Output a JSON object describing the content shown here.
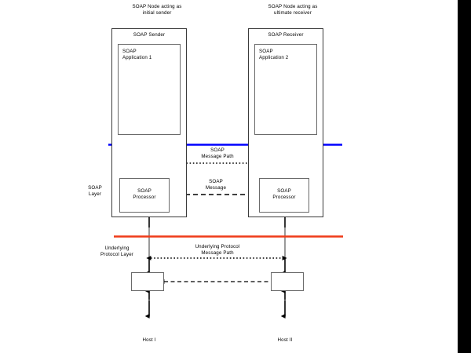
{
  "diagram": {
    "title_nodes": {
      "left": "SOAP Node acting as\ninitial sender",
      "right": "SOAP Node acting as\nultimate receiver"
    },
    "node_left": {
      "header": "SOAP Sender",
      "application": "SOAP\nApplication 1",
      "processor": "SOAP\nProcessor"
    },
    "node_right": {
      "header": "SOAP Receiver",
      "application": "SOAP\nApplication 2",
      "processor": "SOAP\nProcessor"
    },
    "layers": {
      "soap_layer": "SOAP\nLayer",
      "underlying_layer": "Underlying\nProtocol Layer"
    },
    "paths": {
      "soap_message_path": "SOAP\nMessage Path",
      "soap_message": "SOAP\nMessage",
      "underlying_message_path": "Underlying Protocol\nMessage Path"
    },
    "hosts": {
      "left": "Host I",
      "right": "Host II"
    },
    "colors": {
      "soap_boundary": "#0000ff",
      "protocol_boundary": "#ef3b18",
      "box_stroke": "#3a3a3a",
      "inner_stroke": "#6a6a6a",
      "connector": "#808080",
      "arrow": "#000000",
      "text": "#000000",
      "right_band": "#000000"
    }
  }
}
